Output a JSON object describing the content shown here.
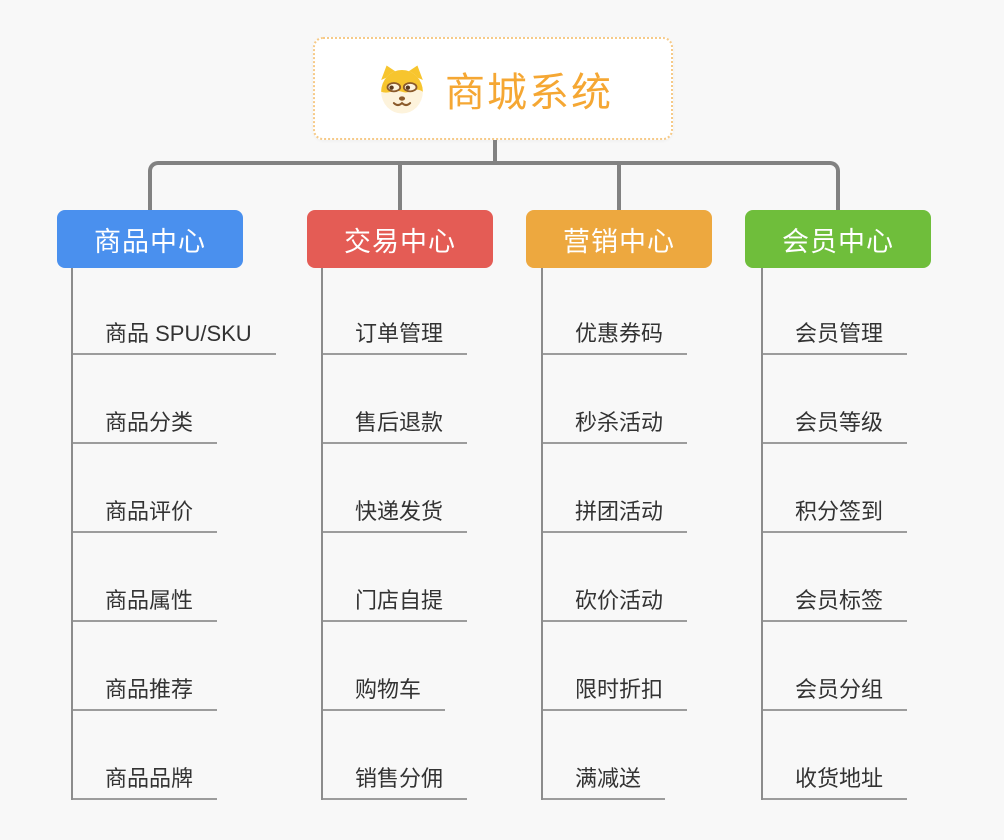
{
  "root": {
    "title": "商城系统",
    "icon": "shiba-dog-face-icon"
  },
  "branches": [
    {
      "id": "product-center",
      "label": "商品中心",
      "color": "#4A90EE",
      "items": [
        "商品 SPU/SKU",
        "商品分类",
        "商品评价",
        "商品属性",
        "商品推荐",
        "商品品牌"
      ]
    },
    {
      "id": "trade-center",
      "label": "交易中心",
      "color": "#E45C55",
      "items": [
        "订单管理",
        "售后退款",
        "快递发货",
        "门店自提",
        "购物车",
        "销售分佣"
      ]
    },
    {
      "id": "marketing-center",
      "label": "营销中心",
      "color": "#EDA83F",
      "items": [
        "优惠券码",
        "秒杀活动",
        "拼团活动",
        "砍价活动",
        "限时折扣",
        "满减送"
      ]
    },
    {
      "id": "member-center",
      "label": "会员中心",
      "color": "#6FBE3B",
      "items": [
        "会员管理",
        "会员等级",
        "积分签到",
        "会员标签",
        "会员分组",
        "收货地址"
      ]
    }
  ],
  "colors": {
    "background": "#F8F8F8",
    "connector": "#828282",
    "spine": "#8C8C8C",
    "underline": "#9C9C9C",
    "leaf_text": "#333333",
    "root_text": "#F5A733",
    "root_border": "#F6CA88",
    "root_background": "#FFFFFF"
  }
}
